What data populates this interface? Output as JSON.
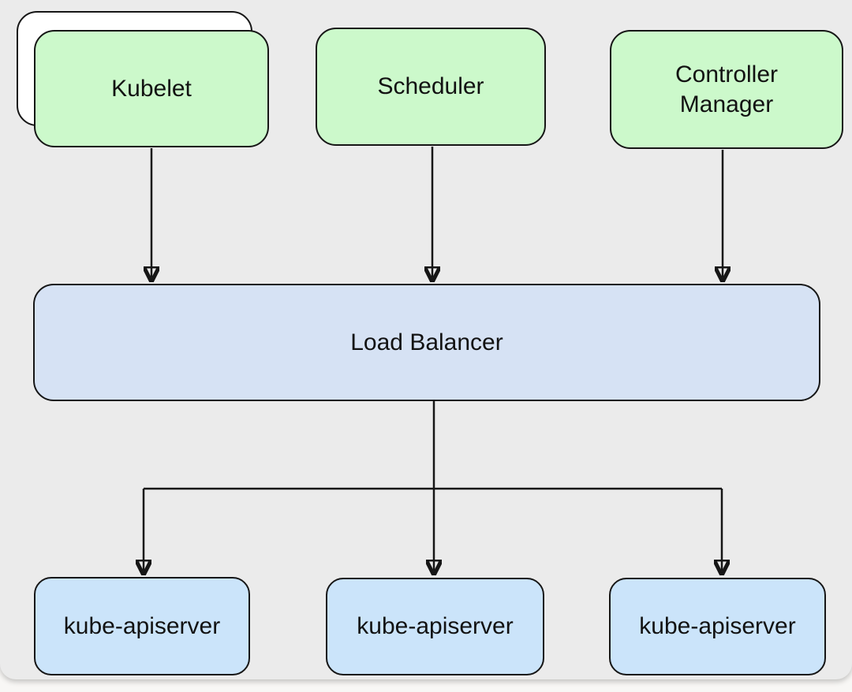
{
  "diagram": {
    "description": "Kubernetes HA control plane diagram",
    "nodes": {
      "kubelet": {
        "label": "Kubelet",
        "stacked": true
      },
      "scheduler": {
        "label": "Scheduler"
      },
      "controller_manager": {
        "label": "Controller Manager"
      },
      "load_balancer": {
        "label": "Load Balancer"
      },
      "apiservers": [
        {
          "label": "kube-apiserver"
        },
        {
          "label": "kube-apiserver"
        },
        {
          "label": "kube-apiserver"
        }
      ]
    },
    "edges": [
      {
        "from": "kubelet",
        "to": "load_balancer",
        "arrow": "end"
      },
      {
        "from": "scheduler",
        "to": "load_balancer",
        "arrow": "end"
      },
      {
        "from": "controller_manager",
        "to": "load_balancer",
        "arrow": "end"
      },
      {
        "from": "load_balancer",
        "to": "apiserver-1",
        "arrow": "end"
      },
      {
        "from": "load_balancer",
        "to": "apiserver-2",
        "arrow": "end"
      },
      {
        "from": "load_balancer",
        "to": "apiserver-3",
        "arrow": "end"
      }
    ]
  },
  "colors": {
    "canvas": "#ebebeb",
    "ghost": "#ffffff",
    "green": "#ccf9cb",
    "pale_blue": "#d6e2f4",
    "light_blue": "#cbe4fa",
    "line": "#161616",
    "text": "#121212"
  }
}
